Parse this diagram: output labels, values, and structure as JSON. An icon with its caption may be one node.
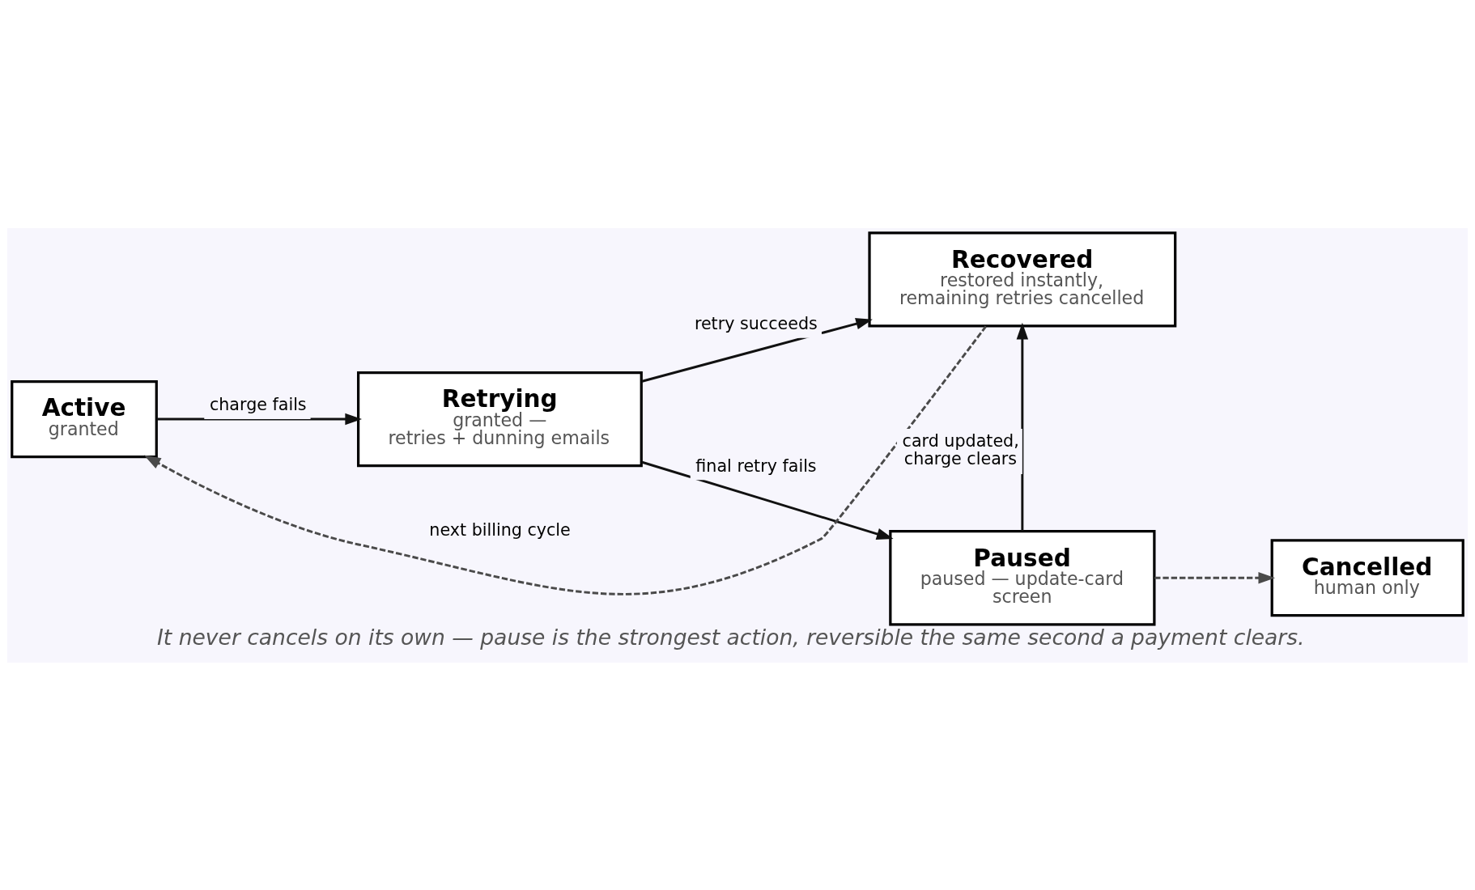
{
  "diagram": {
    "caption": "It never cancels on its own — pause is the strongest action, reversible the same second a payment clears.",
    "nodes": [
      {
        "text": [
          "Active",
          "granted"
        ]
      },
      {
        "text": [
          "Retrying",
          "granted — retries + dunning emails"
        ]
      },
      {
        "text": [
          "Recovered",
          "restored instantly, remaining retries cancelled"
        ]
      },
      {
        "text": [
          "Paused",
          "paused — update-card screen"
        ]
      },
      {
        "text": [
          "Cancelled",
          "human only"
        ]
      }
    ],
    "edges": [
      {
        "from": 0,
        "to": 1,
        "arrow": "to",
        "label": "charge fails"
      },
      {
        "from": 1,
        "to": 2,
        "arrow": "to",
        "label": "retry succeeds"
      },
      {
        "from": 1,
        "to": 3,
        "arrow": "to",
        "label": "final retry fails"
      },
      {
        "from": 3,
        "to": 2,
        "arrow": "to",
        "label": "card updated, charge clears"
      },
      {
        "from": 3,
        "to": 4,
        "arrow": "to",
        "style": "dashed",
        "color": "#4a4a4a"
      },
      {
        "from": 2,
        "to": 0,
        "arrow": "to",
        "style": "dashed",
        "color": "#4a4a4a",
        "label": "next billing cycle"
      }
    ]
  }
}
